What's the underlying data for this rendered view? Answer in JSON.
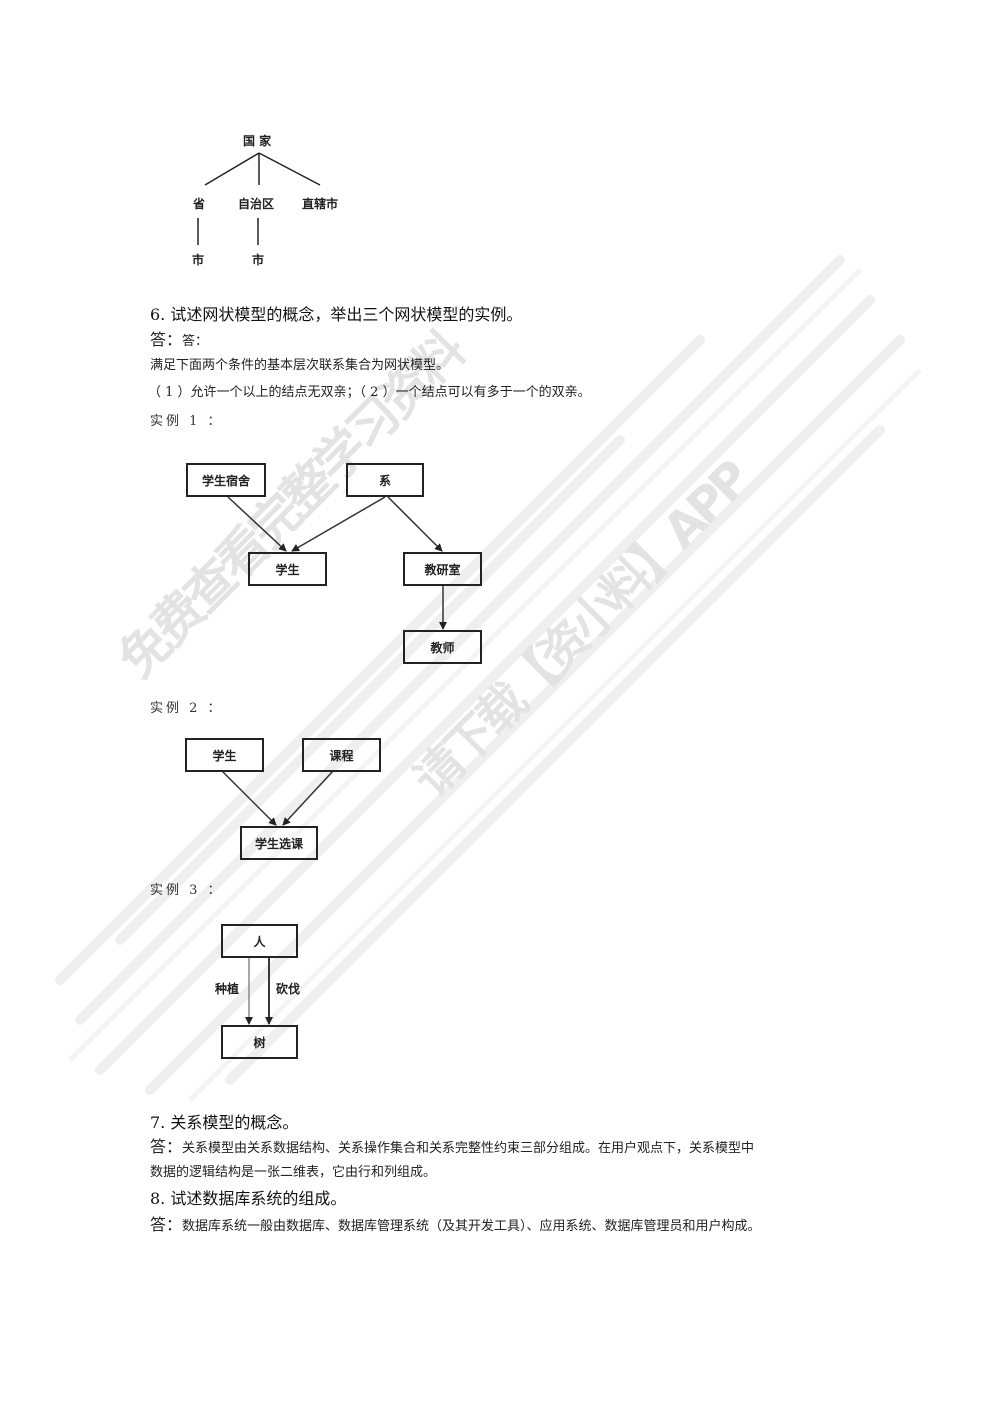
{
  "tree_diagram": {
    "root": "国 家",
    "level1": [
      "省",
      "自治区",
      "直辖市"
    ],
    "level2": [
      "市",
      "市"
    ]
  },
  "question6": {
    "title": "6. 试述网状模型的概念，举出三个网状模型的实例。",
    "answer_prefix": "答：",
    "answer_suffix": "答：",
    "definition": "满足下面两个条件的基本层次联系集合为网状模型。",
    "conditions": "（ 1 ）允许一个以上的结点无双亲；（ 2 ）一个结点可以有多于一个的双亲。",
    "example1": {
      "label": "实例 1 ：",
      "nodes": {
        "dorm": "学生宿舍",
        "dept": "系",
        "student": "学生",
        "office": "教研室",
        "teacher": "教师"
      }
    },
    "example2": {
      "label": "实例 2 ：",
      "nodes": {
        "student": "学生",
        "course": "课程",
        "enroll": "学生选课"
      }
    },
    "example3": {
      "label": "实例 3 ：",
      "nodes": {
        "person": "人",
        "tree": "树"
      },
      "edges": {
        "plant": "种植",
        "cut": "砍伐"
      }
    }
  },
  "question7": {
    "title": "7. 关系模型的概念。",
    "answer_prefix": "答：",
    "answer_line1": "关系模型由关系数据结构、关系操作集合和关系完整性约束三部分组成。在用户观点下，关系模型中",
    "answer_line2": "数据的逻辑结构是一张二维表，它由行和列组成。"
  },
  "question8": {
    "title": "8. 试述数据库系统的组成。",
    "answer_prefix": "答：",
    "answer": "数据库系统一般由数据库、数据库管理系统（及其开发工具）、应用系统、数据库管理员和用户构成。"
  },
  "watermark": {
    "line1": "免费查看完整学习资料",
    "line2": "请下载【资小料】APP",
    "color": "#e6e6e6"
  }
}
